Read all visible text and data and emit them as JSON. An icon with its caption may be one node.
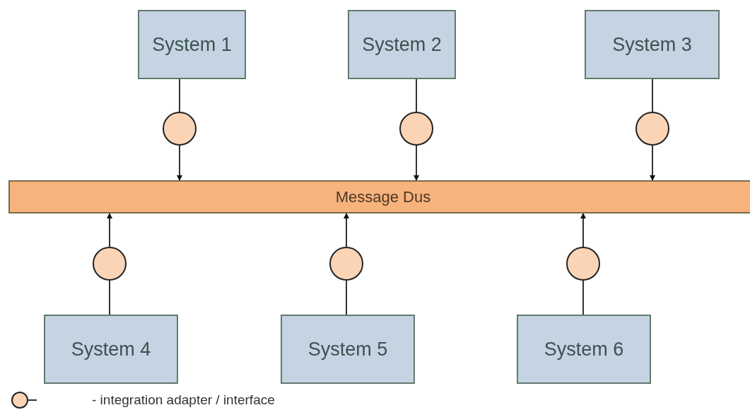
{
  "diagram": {
    "nodes": [
      {
        "text": [
          "System 1"
        ]
      },
      {
        "text": [
          "System 2"
        ]
      },
      {
        "text": [
          "System 3"
        ]
      },
      {
        "text": [],
        "shape": "circle"
      },
      {
        "text": [],
        "shape": "circle"
      },
      {
        "text": [],
        "shape": "circle"
      },
      {
        "text": [
          "Message Dus"
        ]
      },
      {
        "text": [],
        "shape": "circle"
      },
      {
        "text": [],
        "shape": "circle"
      },
      {
        "text": [],
        "shape": "circle"
      },
      {
        "text": [
          "System 4"
        ]
      },
      {
        "text": [
          "System 5"
        ]
      },
      {
        "text": [
          "System 6"
        ]
      }
    ],
    "edges": [
      {
        "from": 0,
        "to": 3,
        "arrow": "none"
      },
      {
        "from": 3,
        "to": 6,
        "arrow": "to"
      },
      {
        "from": 1,
        "to": 4,
        "arrow": "none"
      },
      {
        "from": 4,
        "to": 6,
        "arrow": "to"
      },
      {
        "from": 2,
        "to": 5,
        "arrow": "none"
      },
      {
        "from": 5,
        "to": 6,
        "arrow": "to"
      },
      {
        "from": 10,
        "to": 7,
        "arrow": "none"
      },
      {
        "from": 7,
        "to": 6,
        "arrow": "to"
      },
      {
        "from": 11,
        "to": 8,
        "arrow": "none"
      },
      {
        "from": 8,
        "to": 6,
        "arrow": "to"
      },
      {
        "from": 12,
        "to": 9,
        "arrow": "none"
      },
      {
        "from": 9,
        "to": 6,
        "arrow": "to"
      }
    ],
    "legend": [
      {
        "text": "- integration adapter / interface"
      }
    ]
  }
}
